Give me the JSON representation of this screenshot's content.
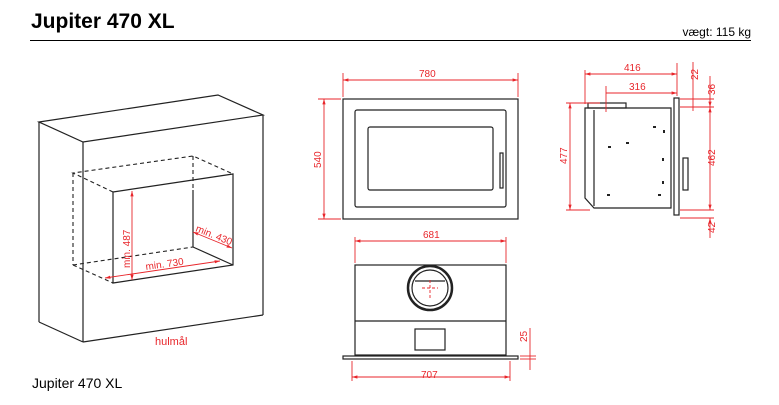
{
  "header": {
    "title": "Jupiter 470 XL",
    "weight": "vægt: 115 kg"
  },
  "caption": "Jupiter 470 XL",
  "colors": {
    "dimension": "#e8262b",
    "line": "#222222"
  },
  "niche": {
    "height": "min. 487",
    "width": "min. 730",
    "depth": "min. 430",
    "label": "hulmål"
  },
  "front_view": {
    "width": "780",
    "height": "540"
  },
  "side_view": {
    "depth": "416",
    "collar_offset": "316",
    "top_22": "22",
    "top_36": "36",
    "height": "477",
    "plate_height": "462",
    "bottom": "42"
  },
  "top_view": {
    "width": "681",
    "flange_width": "707",
    "flange": "25"
  }
}
